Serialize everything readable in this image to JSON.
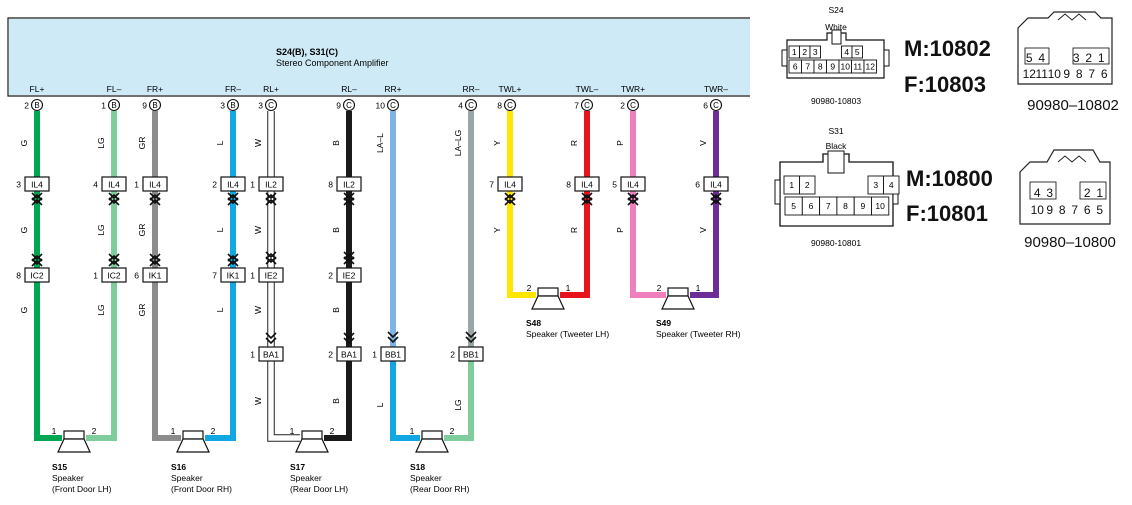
{
  "amplifier": {
    "title": "S24(B), S31(C)",
    "subtitle": "Stereo Component Amplifier",
    "fill": "#cdeaf6"
  },
  "terminals": [
    {
      "label": "FL+",
      "pin": "2",
      "conn": "B"
    },
    {
      "label": "FL–",
      "pin": "1",
      "conn": "B"
    },
    {
      "label": "FR+",
      "pin": "9",
      "conn": "B"
    },
    {
      "label": "FR–",
      "pin": "3",
      "conn": "B"
    },
    {
      "label": "RL+",
      "pin": "3",
      "conn": "C"
    },
    {
      "label": "RL–",
      "pin": "9",
      "conn": "C"
    },
    {
      "label": "RR+",
      "pin": "10",
      "conn": "C"
    },
    {
      "label": "RR–",
      "pin": "4",
      "conn": "C"
    },
    {
      "label": "TWL+",
      "pin": "8",
      "conn": "C"
    },
    {
      "label": "TWL–",
      "pin": "7",
      "conn": "C"
    },
    {
      "label": "TWR+",
      "pin": "2",
      "conn": "C"
    },
    {
      "label": "TWR–",
      "pin": "6",
      "conn": "C"
    }
  ],
  "wires": [
    {
      "color": "#00a651",
      "code1": "G",
      "code2": "G",
      "code3": "G"
    },
    {
      "color": "#7fcc9d",
      "code1": "LG",
      "code2": "LG",
      "code3": "LG"
    },
    {
      "color": "#8c8c8c",
      "code1": "GR",
      "code2": "GR",
      "code3": "GR"
    },
    {
      "color": "#10a7e3",
      "code1": "L",
      "code2": "L",
      "code3": "L"
    },
    {
      "color": "#ffffff",
      "code1": "W",
      "code2": "W",
      "code3": "W",
      "code4": "W"
    },
    {
      "color": "#1a1a1a",
      "code1": "B",
      "code2": "B",
      "code3": "B",
      "code4": "B"
    },
    {
      "color": "#7fb2e5",
      "code1": "LA–L"
    },
    {
      "color": "#9aa6a6",
      "code1": "LA–LG"
    },
    {
      "color": "#ffe600",
      "code1": "Y",
      "code2": "Y"
    },
    {
      "color": "#e8141d",
      "code1": "R",
      "code2": "R"
    },
    {
      "color": "#f07fbe",
      "code1": "P",
      "code2": "P"
    },
    {
      "color": "#6d2d96",
      "code1": "V",
      "code2": "V"
    }
  ],
  "lower_wires": [
    {
      "color": "#10a7e3",
      "code": "L"
    },
    {
      "color": "#7fcc9d",
      "code": "LG"
    }
  ],
  "connectors": {
    "row1": [
      {
        "pin": "3",
        "name": "IL4"
      },
      {
        "pin": "4",
        "name": "IL4"
      },
      {
        "pin": "1",
        "name": "IL4"
      },
      {
        "pin": "2",
        "name": "IL4"
      },
      {
        "pin": "1",
        "name": "IL2"
      },
      {
        "pin": "8",
        "name": "IL2"
      },
      {
        "pin": "7",
        "name": "IL4"
      },
      {
        "pin": "8",
        "name": "IL4"
      },
      {
        "pin": "5",
        "name": "IL4"
      },
      {
        "pin": "6",
        "name": "IL4"
      }
    ],
    "row2": [
      {
        "pin": "8",
        "name": "IC2"
      },
      {
        "pin": "1",
        "name": "IC2"
      },
      {
        "pin": "6",
        "name": "IK1"
      },
      {
        "pin": "7",
        "name": "IK1"
      },
      {
        "pin": "1",
        "name": "IE2"
      },
      {
        "pin": "2",
        "name": "IE2"
      }
    ],
    "row3": [
      {
        "pin": "1",
        "name": "BA1"
      },
      {
        "pin": "2",
        "name": "BA1"
      },
      {
        "pin": "1",
        "name": "BB1"
      },
      {
        "pin": "2",
        "name": "BB1"
      }
    ]
  },
  "speakers": [
    {
      "id": "S15",
      "name": "Speaker",
      "loc": "(Front Door LH)",
      "pin_a": "1",
      "pin_b": "2"
    },
    {
      "id": "S16",
      "name": "Speaker",
      "loc": "(Front Door RH)",
      "pin_a": "1",
      "pin_b": "2"
    },
    {
      "id": "S17",
      "name": "Speaker",
      "loc": "(Rear Door LH)",
      "pin_a": "1",
      "pin_b": "2"
    },
    {
      "id": "S18",
      "name": "Speaker",
      "loc": "(Rear Door RH)",
      "pin_a": "1",
      "pin_b": "2"
    }
  ],
  "tweeters": [
    {
      "id": "S48",
      "name": "Speaker (Tweeter LH)",
      "pin_a": "2",
      "pin_b": "1"
    },
    {
      "id": "S49",
      "name": "Speaker (Tweeter RH)",
      "pin_a": "2",
      "pin_b": "1"
    }
  ],
  "connector_views": [
    {
      "code": "S24",
      "color": "White",
      "part": "90980-10803",
      "pins_top": [
        "1",
        "2",
        "3",
        "4",
        "5"
      ],
      "pins_bottom": [
        "6",
        "7",
        "8",
        "9",
        "10",
        "11",
        "12"
      ],
      "male": "M:10802",
      "female": "F:10803",
      "mating_part": "90980–10802",
      "mate_top": [
        "5",
        "4",
        "3",
        "2",
        "1"
      ],
      "mate_bottom": [
        "12",
        "11",
        "10",
        "9",
        "8",
        "7",
        "6"
      ]
    },
    {
      "code": "S31",
      "color": "Black",
      "part": "90980-10801",
      "pins_top": [
        "1",
        "2",
        "3",
        "4"
      ],
      "pins_bottom": [
        "5",
        "6",
        "7",
        "8",
        "9",
        "10"
      ],
      "male": "M:10800",
      "female": "F:10801",
      "mating_part": "90980–10800",
      "mate_top": [
        "4",
        "3",
        "2",
        "1"
      ],
      "mate_bottom": [
        "10",
        "9",
        "8",
        "7",
        "6",
        "5"
      ]
    }
  ]
}
